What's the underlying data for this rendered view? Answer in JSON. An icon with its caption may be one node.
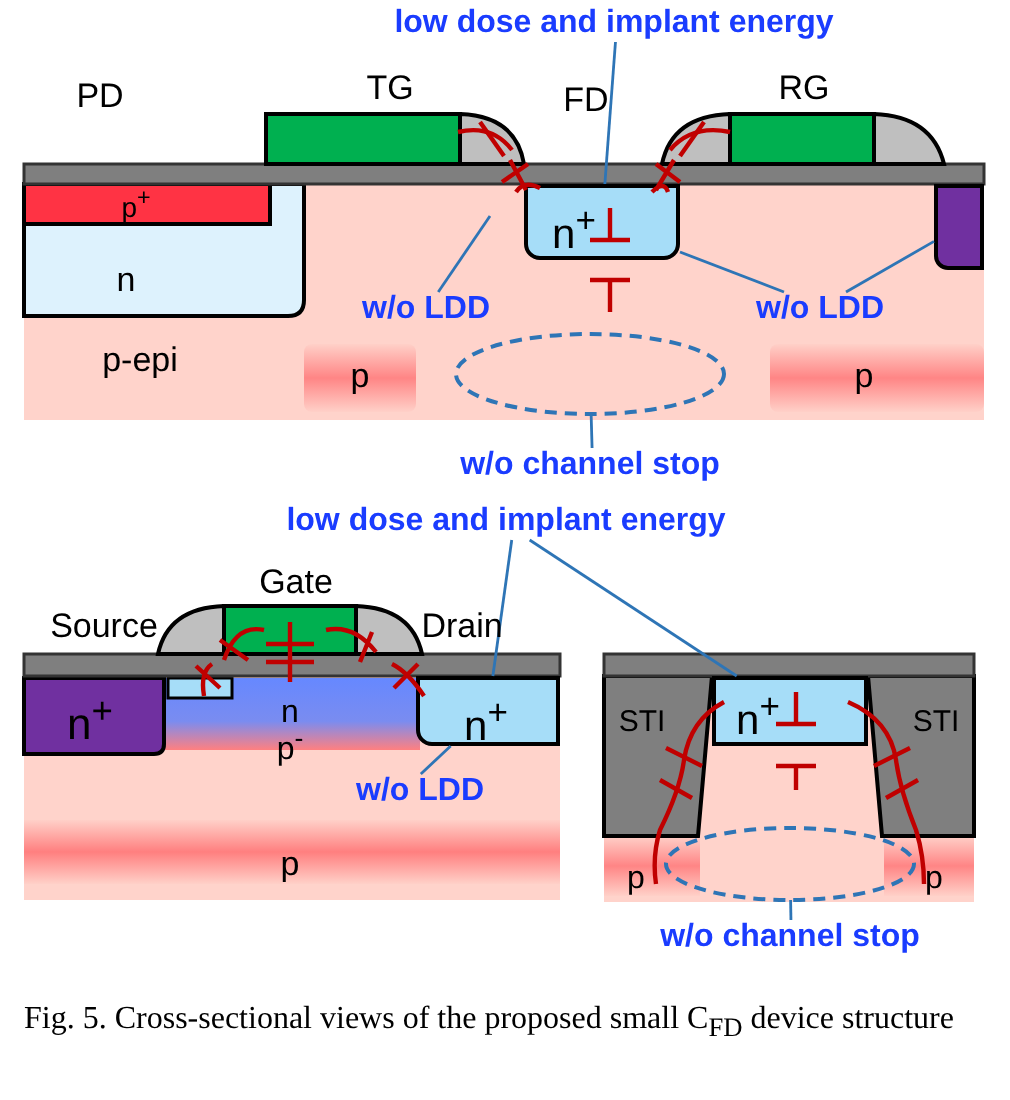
{
  "diagram": {
    "caption": "Fig. 5. Cross-sectional views of the proposed small C$_{FD}$ device structure",
    "nodes": [
      {
        "text": [
          "low dose and implant energy"
        ]
      },
      {
        "text": [
          "n$^{+}$"
        ]
      },
      {
        "text": [
          "w/o LDD"
        ]
      },
      {
        "text": [
          "w/o LDD"
        ]
      },
      {
        "text": [],
        "shape": "ellipse"
      },
      {
        "text": [
          "w/o channel stop"
        ]
      },
      {
        "text": [
          "low dose and implant energy"
        ]
      },
      {
        "text": [
          "n$^{+}$"
        ]
      },
      {
        "text": [
          "n$^{+}$"
        ]
      },
      {
        "text": [
          "w/o LDD"
        ]
      },
      {
        "text": [],
        "shape": "ellipse"
      },
      {
        "text": [
          "w/o channel stop"
        ]
      },
      {
        "text": [],
        "shape": "box"
      }
    ],
    "edges": [
      {
        "from": 0,
        "to": 1,
        "arrow": "none"
      },
      {
        "from": 2,
        "to": null,
        "arrow": "none"
      },
      {
        "from": 3,
        "to": 1,
        "arrow": "none"
      },
      {
        "from": 3,
        "to": 12,
        "arrow": "none"
      },
      {
        "from": 5,
        "to": 4,
        "arrow": "none"
      },
      {
        "from": 6,
        "to": 7,
        "arrow": "none"
      },
      {
        "from": 6,
        "to": 8,
        "arrow": "none"
      },
      {
        "from": 9,
        "to": 7,
        "arrow": "none"
      },
      {
        "from": 11,
        "to": 10,
        "arrow": "none"
      }
    ],
    "labels": [
      "PD",
      "TG",
      "FD",
      "RG",
      "p$^{+}$",
      "n",
      "p-epi",
      "p",
      "p",
      "Gate",
      "Source",
      "Drain",
      "n$^{+}$",
      "n",
      "p$^{-}$",
      "p",
      "STI",
      "STI",
      "p",
      "p"
    ]
  }
}
